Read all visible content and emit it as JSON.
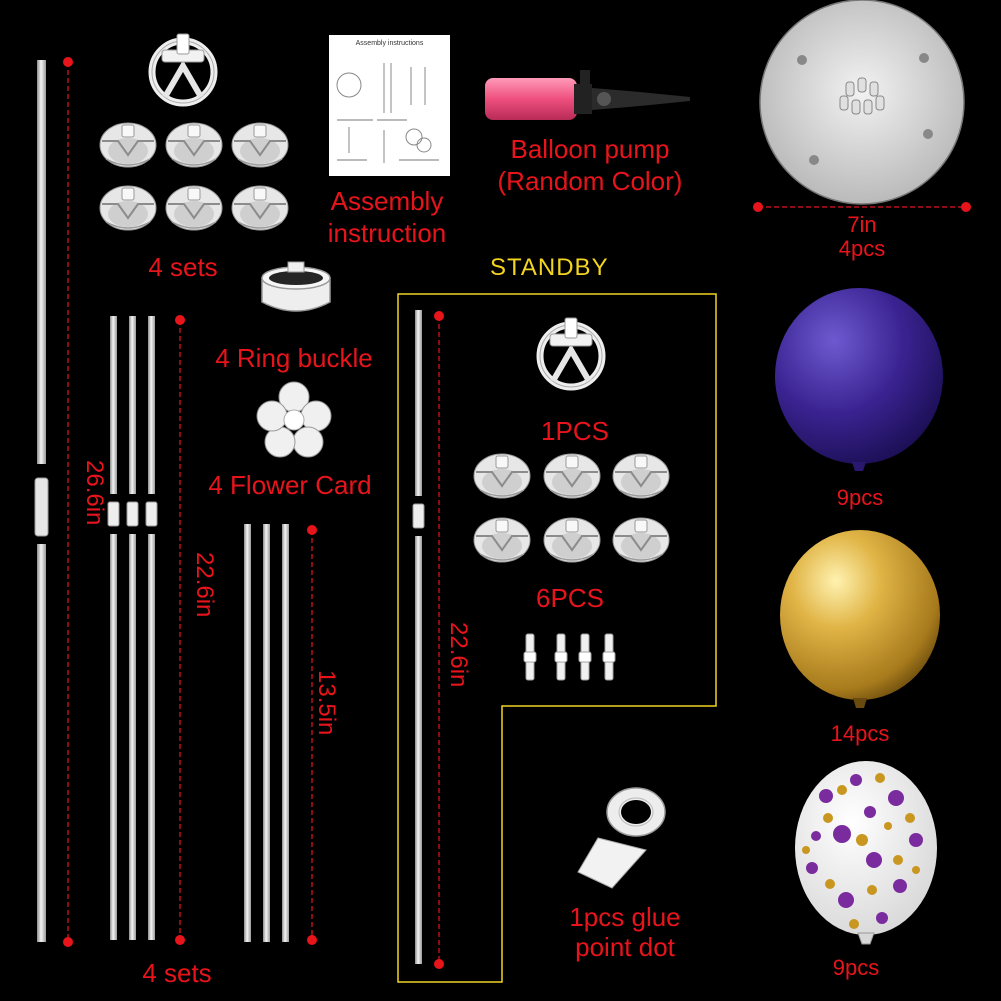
{
  "labels": {
    "top_sets": "4 sets",
    "assembly_line1": "Assembly",
    "assembly_line2": "instruction",
    "pump_line1": "Balloon pump",
    "pump_line2": "(Random Color)",
    "base_size": "7in",
    "base_qty": "4pcs",
    "standby": "STANDBY",
    "ring_buckle": "4 Ring buckle",
    "flower_card": "4 Flower Card",
    "standby_cup": "1PCS",
    "standby_holders": "6PCS",
    "pole_26": "26.6in",
    "pole_22": "22.6in",
    "pole_13": "13.5in",
    "standby_pole": "22.6in",
    "bottom_sets": "4 sets",
    "glue_line1": "1pcs glue",
    "glue_line2": "point dot",
    "purple_qty": "9pcs",
    "gold_qty": "14pcs",
    "confetti_qty": "9pcs",
    "doc_title": "Assembly instructions"
  },
  "colors": {
    "background": "#000000",
    "label_red": "#e8141b",
    "standby_yellow": "#f3d421",
    "balloon_purple": "#3a2391",
    "balloon_gold": "#c99a2b",
    "pump_pink": "#ee4f7e"
  }
}
